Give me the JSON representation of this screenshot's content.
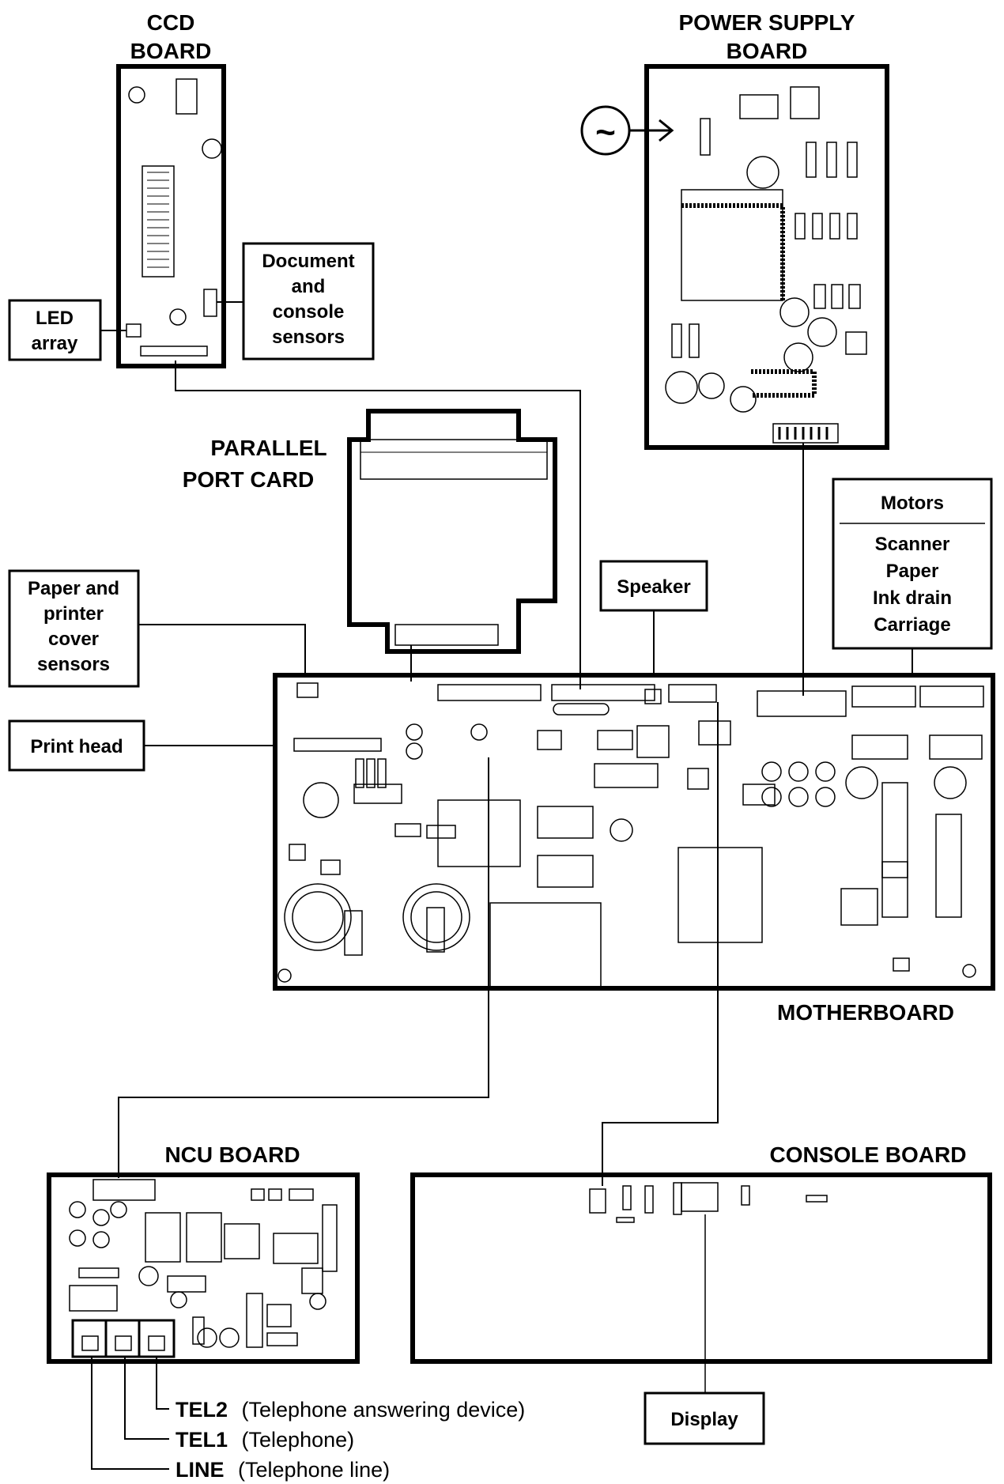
{
  "labels": {
    "ccd_board": [
      "CCD",
      "BOARD"
    ],
    "power_supply_board": [
      "POWER SUPPLY",
      "BOARD"
    ],
    "document_sensors": [
      "Document",
      "and",
      "console",
      "sensors"
    ],
    "led_array": [
      "LED",
      "array"
    ],
    "parallel_port_card": [
      "PARALLEL",
      "PORT CARD"
    ],
    "motors_title": "Motors",
    "motors_list": [
      "Scanner",
      "Paper",
      "Ink drain",
      "Carriage"
    ],
    "paper_sensors": [
      "Paper and",
      "printer",
      "cover",
      "sensors"
    ],
    "speaker": "Speaker",
    "print_head": "Print head",
    "motherboard": "MOTHERBOARD",
    "ncu_board": "NCU BOARD",
    "console_board": "CONSOLE BOARD",
    "display": "Display",
    "ports": [
      {
        "name": "TEL2",
        "desc": "(Telephone answering device)"
      },
      {
        "name": "TEL1",
        "desc": "(Telephone)"
      },
      {
        "name": "LINE",
        "desc": "(Telephone line)"
      }
    ]
  },
  "symbols": {
    "ac_input": "~"
  },
  "colors": {
    "ink": "#000000",
    "background": "#ffffff"
  }
}
